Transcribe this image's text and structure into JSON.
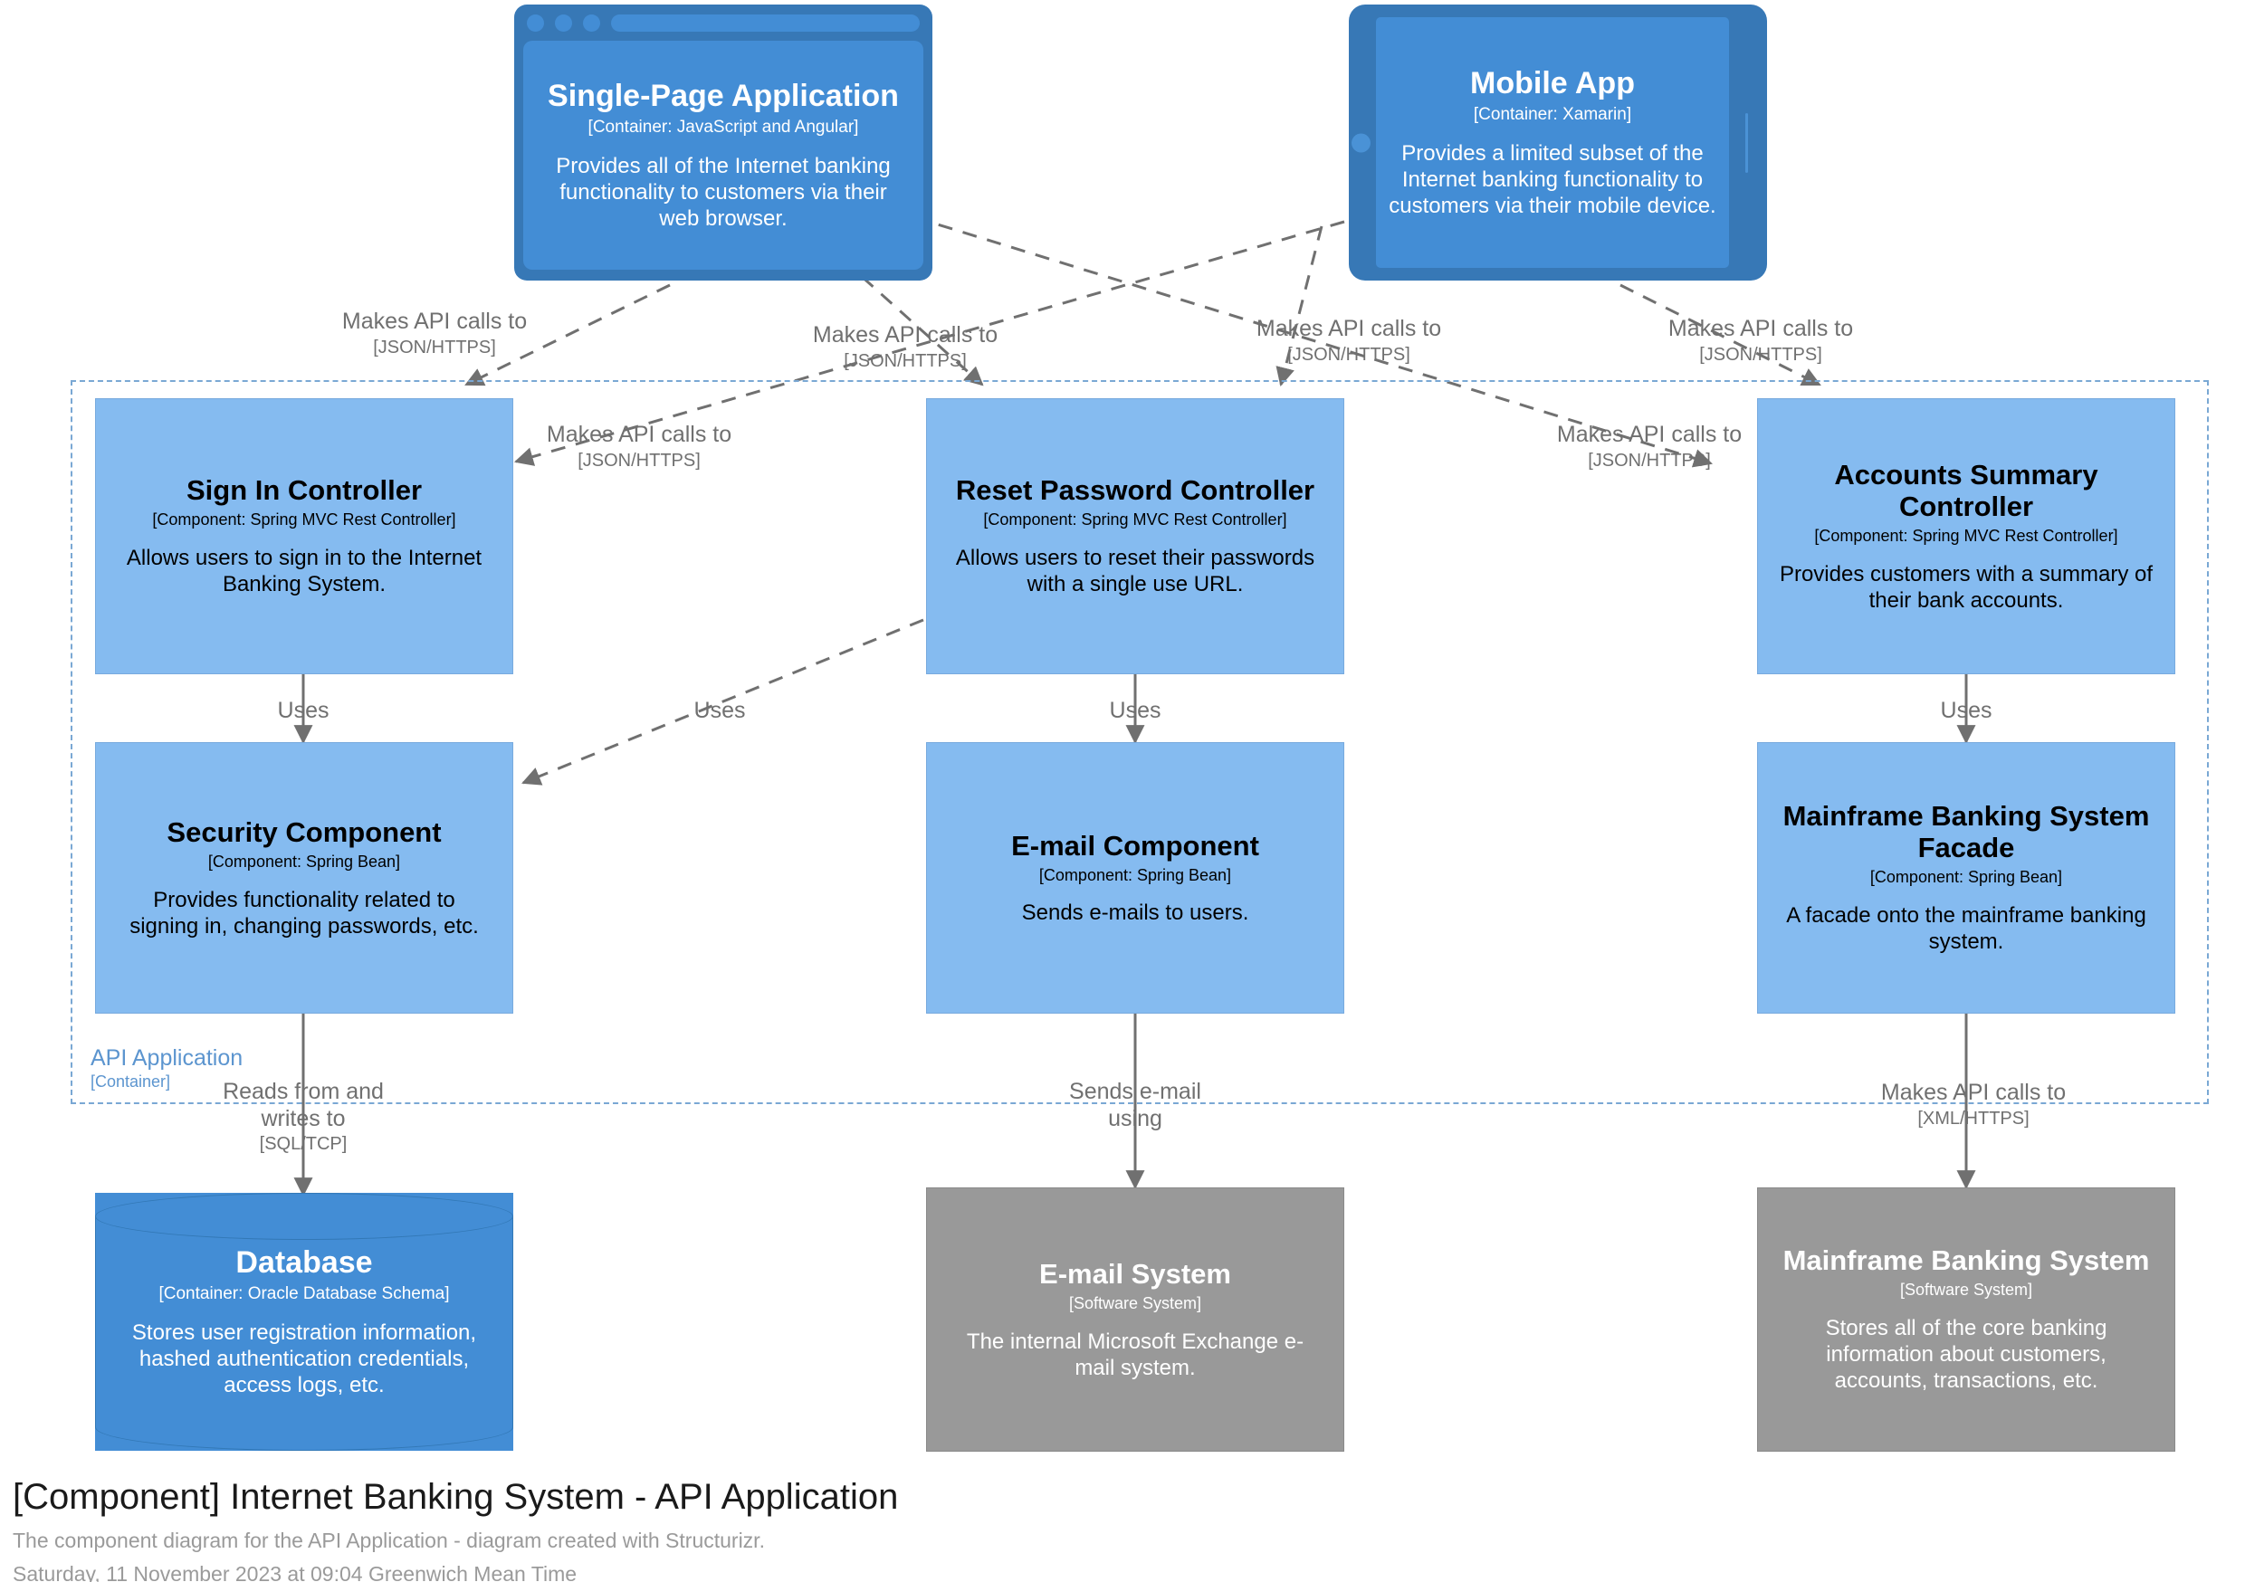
{
  "diagram": {
    "title": "[Component] Internet Banking System - API Application",
    "description": "The component diagram for the API Application - diagram created with Structurizr.",
    "timestamp": "Saturday, 11 November 2023 at 09:04 Greenwich Mean Time"
  },
  "boundary": {
    "name": "API Application",
    "tech": "[Container]",
    "color": "#7aa8d4"
  },
  "colors": {
    "container": "#438dd5",
    "container_chrome": "#3778b6",
    "component": "#85bbf0",
    "external": "#999999",
    "boundary": "#7aa8d4",
    "edge": "#707070"
  },
  "nodes": {
    "spa": {
      "name": "Single-Page Application",
      "tech": "[Container: JavaScript and Angular]",
      "desc": "Provides all of the Internet banking functionality to customers via their web browser.",
      "type": "container-browser"
    },
    "mobile": {
      "name": "Mobile App",
      "tech": "[Container: Xamarin]",
      "desc": "Provides a limited subset of the Internet banking functionality to customers via their mobile device.",
      "type": "container-mobile"
    },
    "signin": {
      "name": "Sign In Controller",
      "tech": "[Component: Spring MVC Rest Controller]",
      "desc": "Allows users to sign in to the Internet Banking System.",
      "type": "component"
    },
    "reset": {
      "name": "Reset Password Controller",
      "tech": "[Component: Spring MVC Rest Controller]",
      "desc": "Allows users to reset their passwords with a single use URL.",
      "type": "component"
    },
    "accounts": {
      "name": "Accounts Summary Controller",
      "tech": "[Component: Spring MVC Rest Controller]",
      "desc": "Provides customers with a summary of their bank accounts.",
      "type": "component"
    },
    "security": {
      "name": "Security Component",
      "tech": "[Component: Spring Bean]",
      "desc": "Provides functionality related to signing in, changing passwords, etc.",
      "type": "component"
    },
    "email_component": {
      "name": "E-mail Component",
      "tech": "[Component: Spring Bean]",
      "desc": "Sends e-mails to users.",
      "type": "component"
    },
    "mainframe_facade": {
      "name": "Mainframe Banking System Facade",
      "tech": "[Component: Spring Bean]",
      "desc": "A facade onto the mainframe banking system.",
      "type": "component"
    },
    "database": {
      "name": "Database",
      "tech": "[Container: Oracle Database Schema]",
      "desc": "Stores user registration information, hashed authentication credentials, access logs, etc.",
      "type": "container-cylinder"
    },
    "email_system": {
      "name": "E-mail System",
      "tech": "[Software System]",
      "desc": "The internal Microsoft Exchange e-mail system.",
      "type": "external"
    },
    "mainframe_system": {
      "name": "Mainframe Banking System",
      "tech": "[Software System]",
      "desc": "Stores all of the core banking information about customers, accounts, transactions, etc.",
      "type": "external"
    }
  },
  "edges": [
    {
      "id": "spa-signin",
      "desc": "Makes API calls to",
      "tech": "[JSON/HTTPS]"
    },
    {
      "id": "spa-reset",
      "desc": "Makes API calls to",
      "tech": "[JSON/HTTPS]"
    },
    {
      "id": "mobile-reset",
      "desc": "Makes API calls to",
      "tech": "[JSON/HTTPS]"
    },
    {
      "id": "mobile-accounts",
      "desc": "Makes API calls to",
      "tech": "[JSON/HTTPS]"
    },
    {
      "id": "spa-accounts",
      "desc": "Makes API calls to",
      "tech": "[JSON/HTTPS]"
    },
    {
      "id": "mobile-signin",
      "desc": "Makes API calls to",
      "tech": "[JSON/HTTPS]"
    },
    {
      "id": "signin-security",
      "desc": "Uses",
      "tech": ""
    },
    {
      "id": "reset-security",
      "desc": "Uses",
      "tech": ""
    },
    {
      "id": "reset-email",
      "desc": "Uses",
      "tech": ""
    },
    {
      "id": "accounts-mainframe",
      "desc": "Uses",
      "tech": ""
    },
    {
      "id": "security-database",
      "desc": "Reads from and writes to",
      "tech": "[SQL/TCP]"
    },
    {
      "id": "email-emailsystem",
      "desc": "Sends e-mail using",
      "tech": ""
    },
    {
      "id": "mainframe-mainframesys",
      "desc": "Makes API calls to",
      "tech": "[XML/HTTPS]"
    }
  ]
}
